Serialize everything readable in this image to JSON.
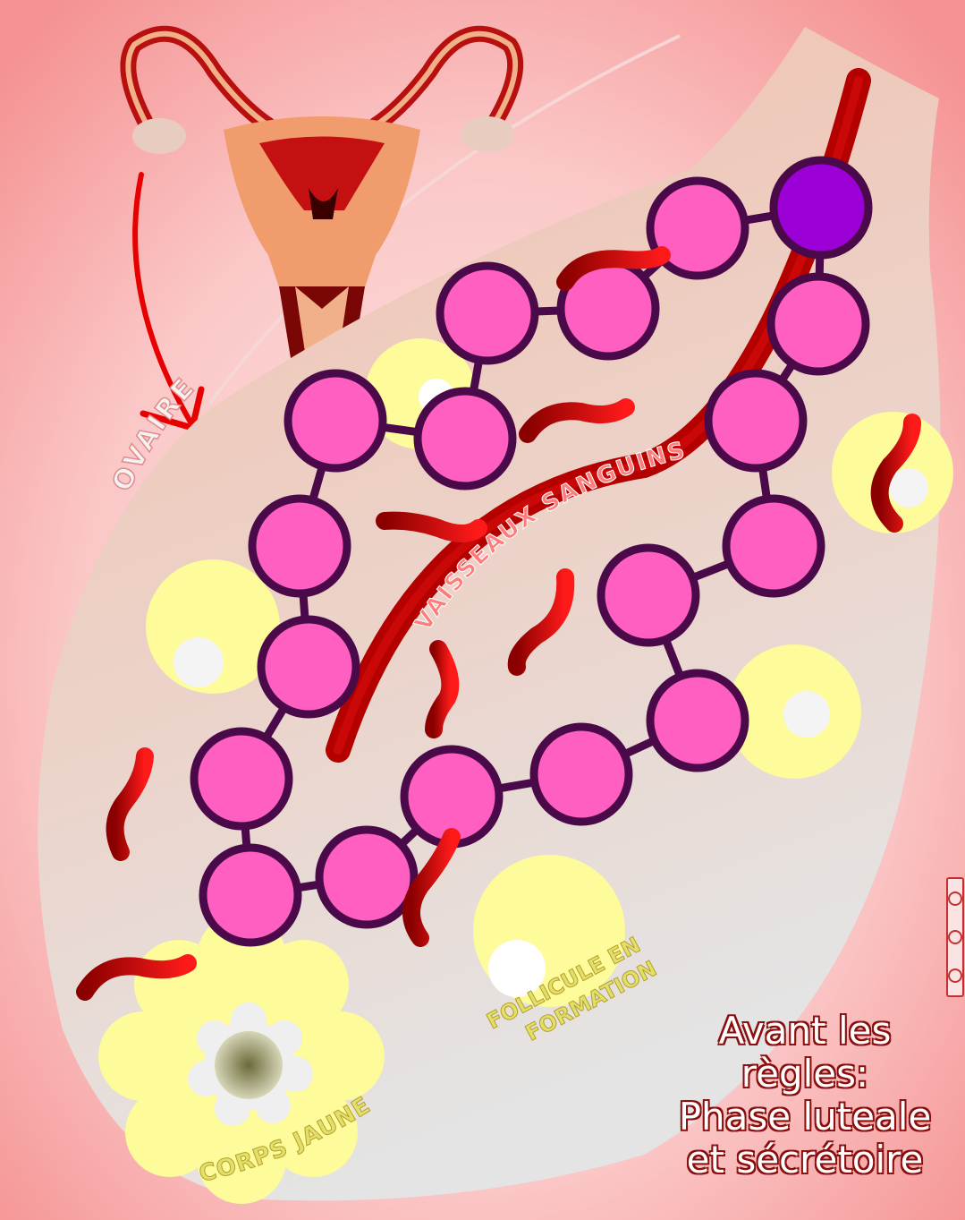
{
  "labels": {
    "ovary": "OVAIRE",
    "vessels": "VAISSEAUX SANGUINS",
    "follicle_line1": "FOLLICULE EN",
    "follicle_line2": "FORMATION",
    "corpus": "CORPS JAUNE"
  },
  "title": {
    "line1": "Avant les",
    "line2": "règles:",
    "line3": "Phase luteale",
    "line4": "et sécrétoire"
  },
  "colors": {
    "background": "#f5a0a0",
    "ovary": "#efc9b9",
    "cell": "#ff5fc0",
    "cell_stroke": "#4a0a4a",
    "egg": "#9b00d6",
    "follicle": "#fdfb9a",
    "vessel": "#b30000",
    "uterus": "#f1a070"
  },
  "license_icon": "creative-commons-badge"
}
